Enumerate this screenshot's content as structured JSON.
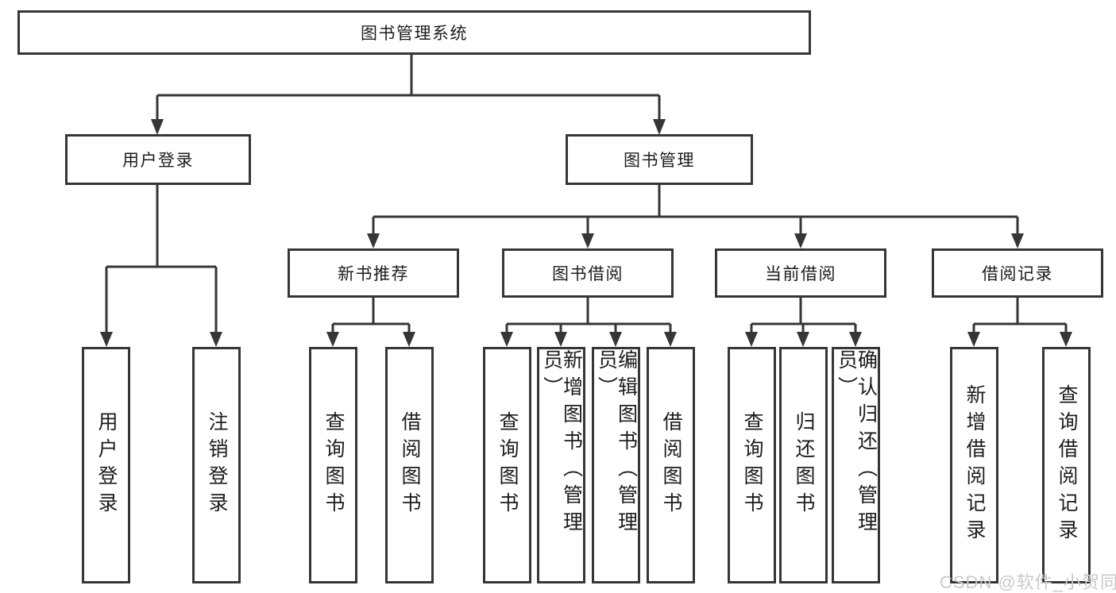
{
  "diagram": {
    "root": "图书管理系统",
    "branches": {
      "user_login": {
        "label": "用户登录",
        "children": [
          "用户登录",
          "注销登录"
        ]
      },
      "book_management": {
        "label": "图书管理",
        "sections": {
          "new_book_recommend": {
            "label": "新书推荐",
            "children": [
              "查询图书",
              "借阅图书"
            ]
          },
          "book_borrow": {
            "label": "图书借阅",
            "children": [
              "查询图书",
              "新增图书（管理员）",
              "编辑图书（管理员）",
              "借阅图书"
            ]
          },
          "current_borrow": {
            "label": "当前借阅",
            "children": [
              "查询图书",
              "归还图书",
              "确认归还（管理员）"
            ]
          },
          "borrow_record": {
            "label": "借阅记录",
            "children": [
              "新增借阅记录",
              "查询借阅记录"
            ]
          }
        }
      }
    }
  },
  "watermark": "CSDN @软件_小贺同学",
  "colors": {
    "line": "#363636",
    "text": "#1c1c1c",
    "watermark": "#c9c9c9",
    "background": "#ffffff"
  }
}
